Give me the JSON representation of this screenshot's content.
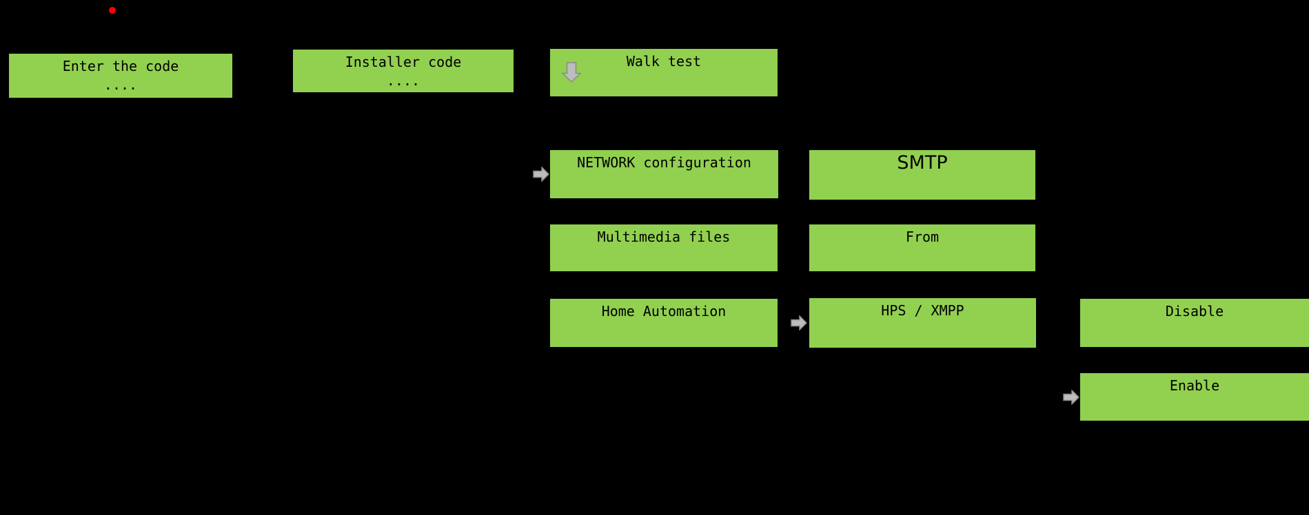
{
  "colors": {
    "background": "#000000",
    "node_fill": "#92d050",
    "node_text": "#000000",
    "arrow_fill": "#bdbdbd",
    "arrow_stroke": "#8a8a8a",
    "indicator_dot": "#ff0000"
  },
  "nodes": {
    "enter_code": {
      "label": "Enter the code",
      "dots": "...."
    },
    "installer_code": {
      "label": "Installer code",
      "dots": "...."
    },
    "walk_test": {
      "label": "Walk test"
    },
    "network_configuration": {
      "label": "NETWORK configuration"
    },
    "smtp": {
      "label": "SMTP"
    },
    "multimedia_files": {
      "label": "Multimedia files"
    },
    "from": {
      "label": "From"
    },
    "home_automation": {
      "label": "Home Automation"
    },
    "hps_xmpp": {
      "label": "HPS / XMPP"
    },
    "disable": {
      "label": "Disable"
    },
    "enable": {
      "label": "Enable"
    }
  }
}
